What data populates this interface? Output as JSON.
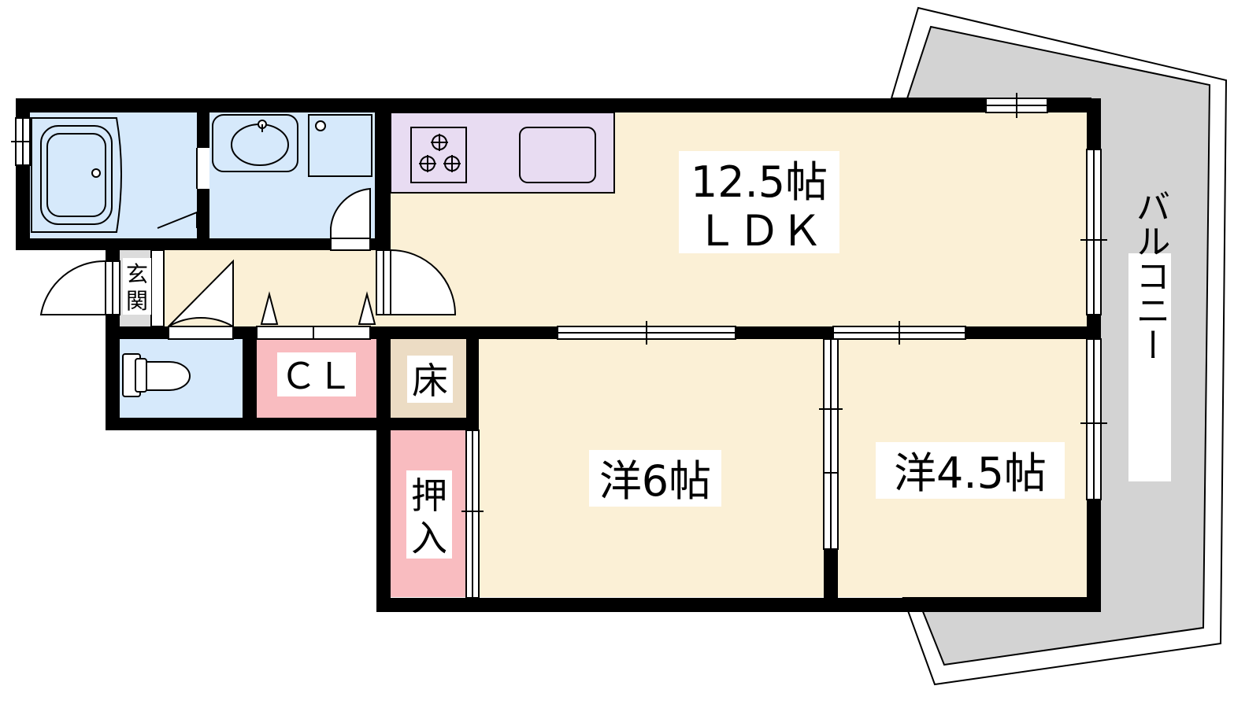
{
  "rooms": {
    "ldk": {
      "size": "12.5帖",
      "type": "ＬＤＫ"
    },
    "western_6": {
      "label": "洋6帖"
    },
    "western_45": {
      "label": "洋4.5帖"
    },
    "closet": {
      "label": "ＣＬ"
    },
    "tokonoma": {
      "label": "床"
    },
    "oshiire": {
      "label_top": "押",
      "label_bottom": "入"
    },
    "entrance": {
      "label_top": "玄",
      "label_bottom": "関"
    },
    "balcony": {
      "label": "バルコニー"
    }
  },
  "colors": {
    "wall": "#000000",
    "ldk_floor": "#fbf0d6",
    "wet_area": "#d6e9fb",
    "kitchen_counter": "#e8dcf2",
    "closet_storage": "#f9bcc0",
    "tokonoma": "#ecdcc4",
    "balcony": "#d3d3d3",
    "entrance_floor": "#dcdcdc"
  },
  "icons": [
    "bathtub-icon",
    "sink-icon",
    "washing-machine-icon",
    "stove-icon",
    "kitchen-sink-icon",
    "toilet-icon",
    "door-icon",
    "window-icon"
  ]
}
